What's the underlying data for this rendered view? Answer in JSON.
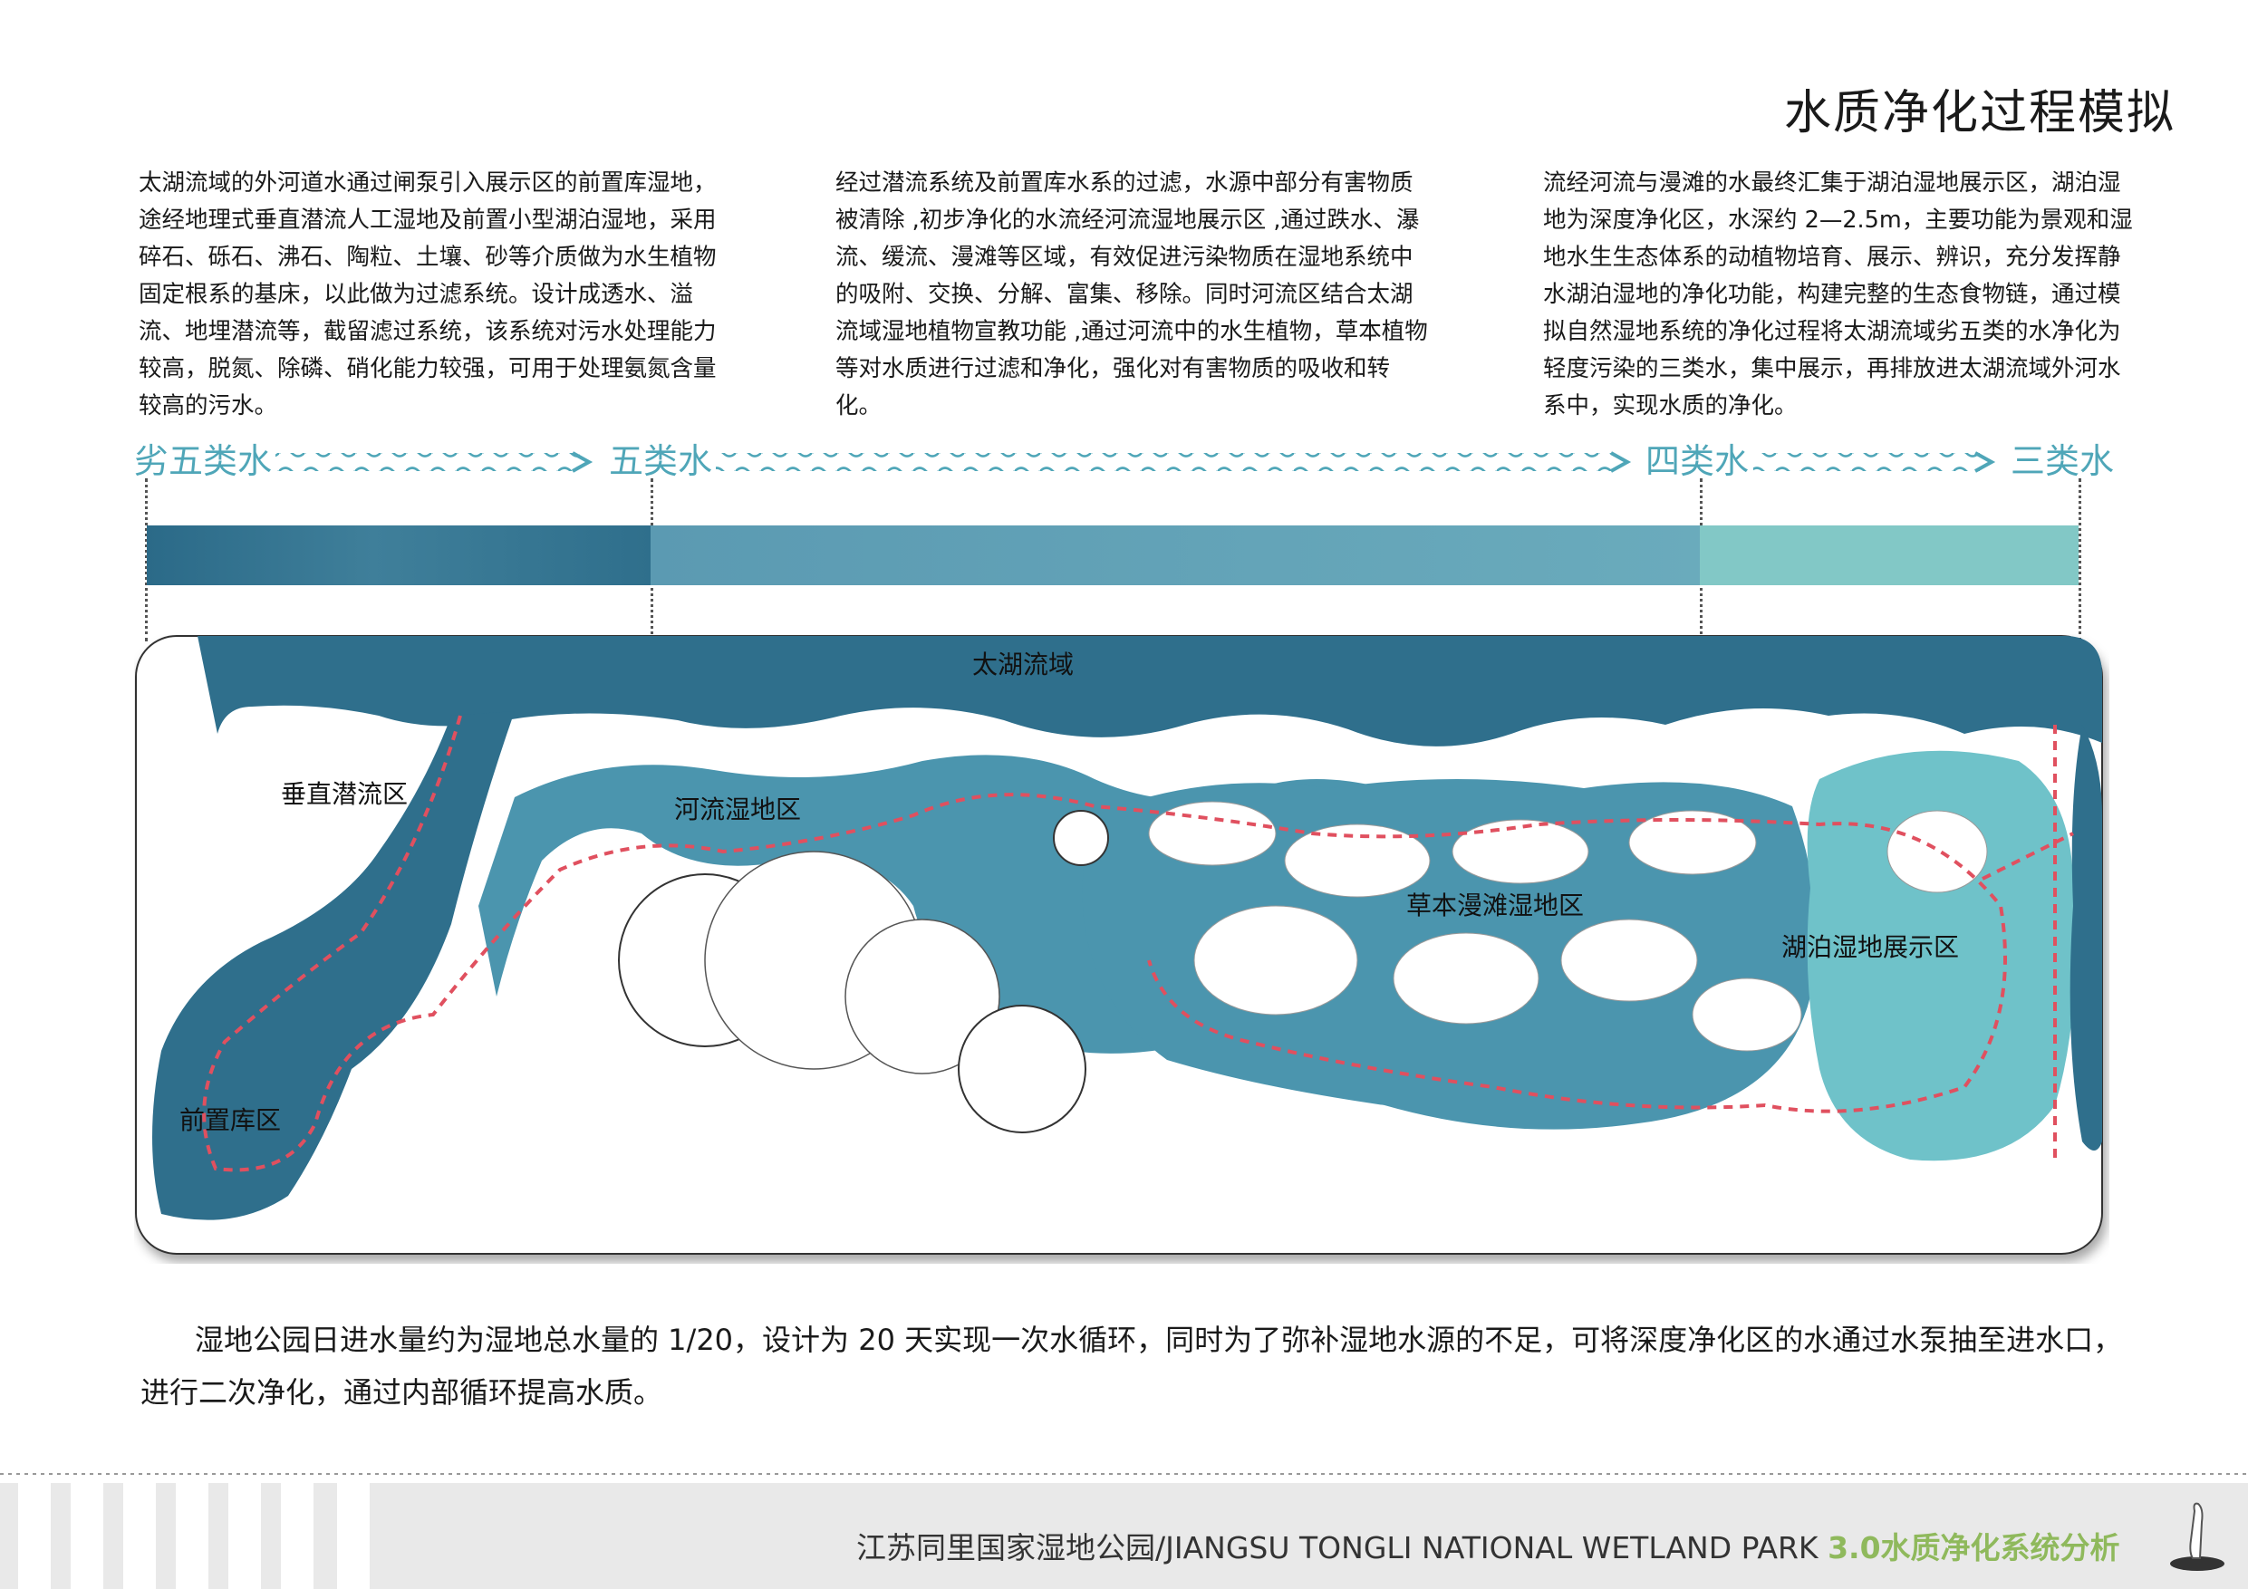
{
  "title": "水质净化过程模拟",
  "columns": [
    "太湖流域的外河道水通过闸泵引入展示区的前置库湿地，途经地理式垂直潜流人工湿地及前置小型湖泊湿地，采用碎石、砾石、沸石、陶粒、土壤、砂等介质做为水生植物固定根系的基床，以此做为过滤系统。设计成透水、溢流、地埋潜流等，截留滤过系统，该系统对污水处理能力较高，脱氮、除磷、硝化能力较强，可用于处理氨氮含量较高的污水。",
    "经过潜流系统及前置库水系的过滤，水源中部分有害物质被清除 ,初步净化的水流经河流湿地展示区 ,通过跌水、瀑流、缓流、漫滩等区域，有效促进污染物质在湿地系统中的吸附、交换、分解、富集、移除。同时河流区结合太湖流域湿地植物宣教功能 ,通过河流中的水生植物，草本植物等对水质进行过滤和净化，强化对有害物质的吸收和转化。",
    "流经河流与漫滩的水最终汇集于湖泊湿地展示区，湖泊湿地为深度净化区，水深约 2—2.5m，主要功能为景观和湿地水生生态体系的动植物培育、展示、辨识，充分发挥静水湖泊湿地的净化功能，构建完整的生态食物链，通过模拟自然湿地系统的净化过程将太湖流域劣五类的水净化为轻度污染的三类水，集中展示，再排放进太湖流域外河水系中，实现水质的净化。"
  ],
  "stages": [
    "劣五类水",
    "五类水",
    "四类水",
    "三类水"
  ],
  "colors": {
    "stage_text": "#4fa6b8",
    "bar_dark": "#2a6a8a",
    "bar_mid": "#5f9fb5",
    "bar_light": "#82c8c6",
    "water_dark": "#2f6f8c",
    "water_mid": "#4b95ae",
    "water_light": "#6fc2c9",
    "flow_arrow": "#e0505f"
  },
  "map": {
    "labels": {
      "taihu": "太湖流域",
      "vertical": "垂直潜流区",
      "river": "河流湿地区",
      "herb": "草本漫滩湿地区",
      "lake": "湖泊湿地展示区",
      "pre": "前置库区"
    }
  },
  "bottom_text": "湿地公园日进水量约为湿地总水量的 1/20，设计为 20 天实现一次水循环，同时为了弥补湿地水源的不足，可将深度净化区的水通过水泵抽至进水口，进行二次净化，通过内部循环提高水质。",
  "footer": {
    "title": "江苏同里国家湿地公园/JIANGSU TONGLI NATIONAL WETLAND PARK",
    "tag": "3.0水质净化系统分析"
  }
}
